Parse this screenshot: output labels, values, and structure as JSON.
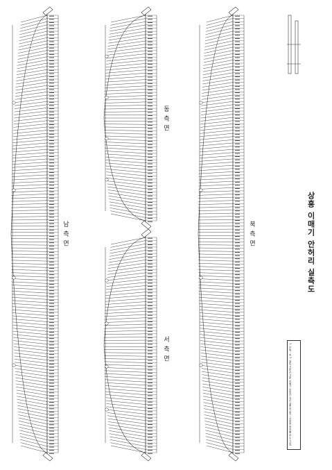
{
  "sheet": {
    "title": "상흥 이매기 안허리 실측도",
    "views": {
      "south": "남 측 면",
      "east": "동 측 면",
      "west": "서 측 면",
      "north": "북 측 면"
    },
    "note": "1. 단위 : 치  2. 실측 기준선 기준 이매기 안허리 곡선 실측치 표기 (서까래 위치별 치수 기입)"
  },
  "colors": {
    "line": "#333333",
    "paper": "#ffffff"
  }
}
